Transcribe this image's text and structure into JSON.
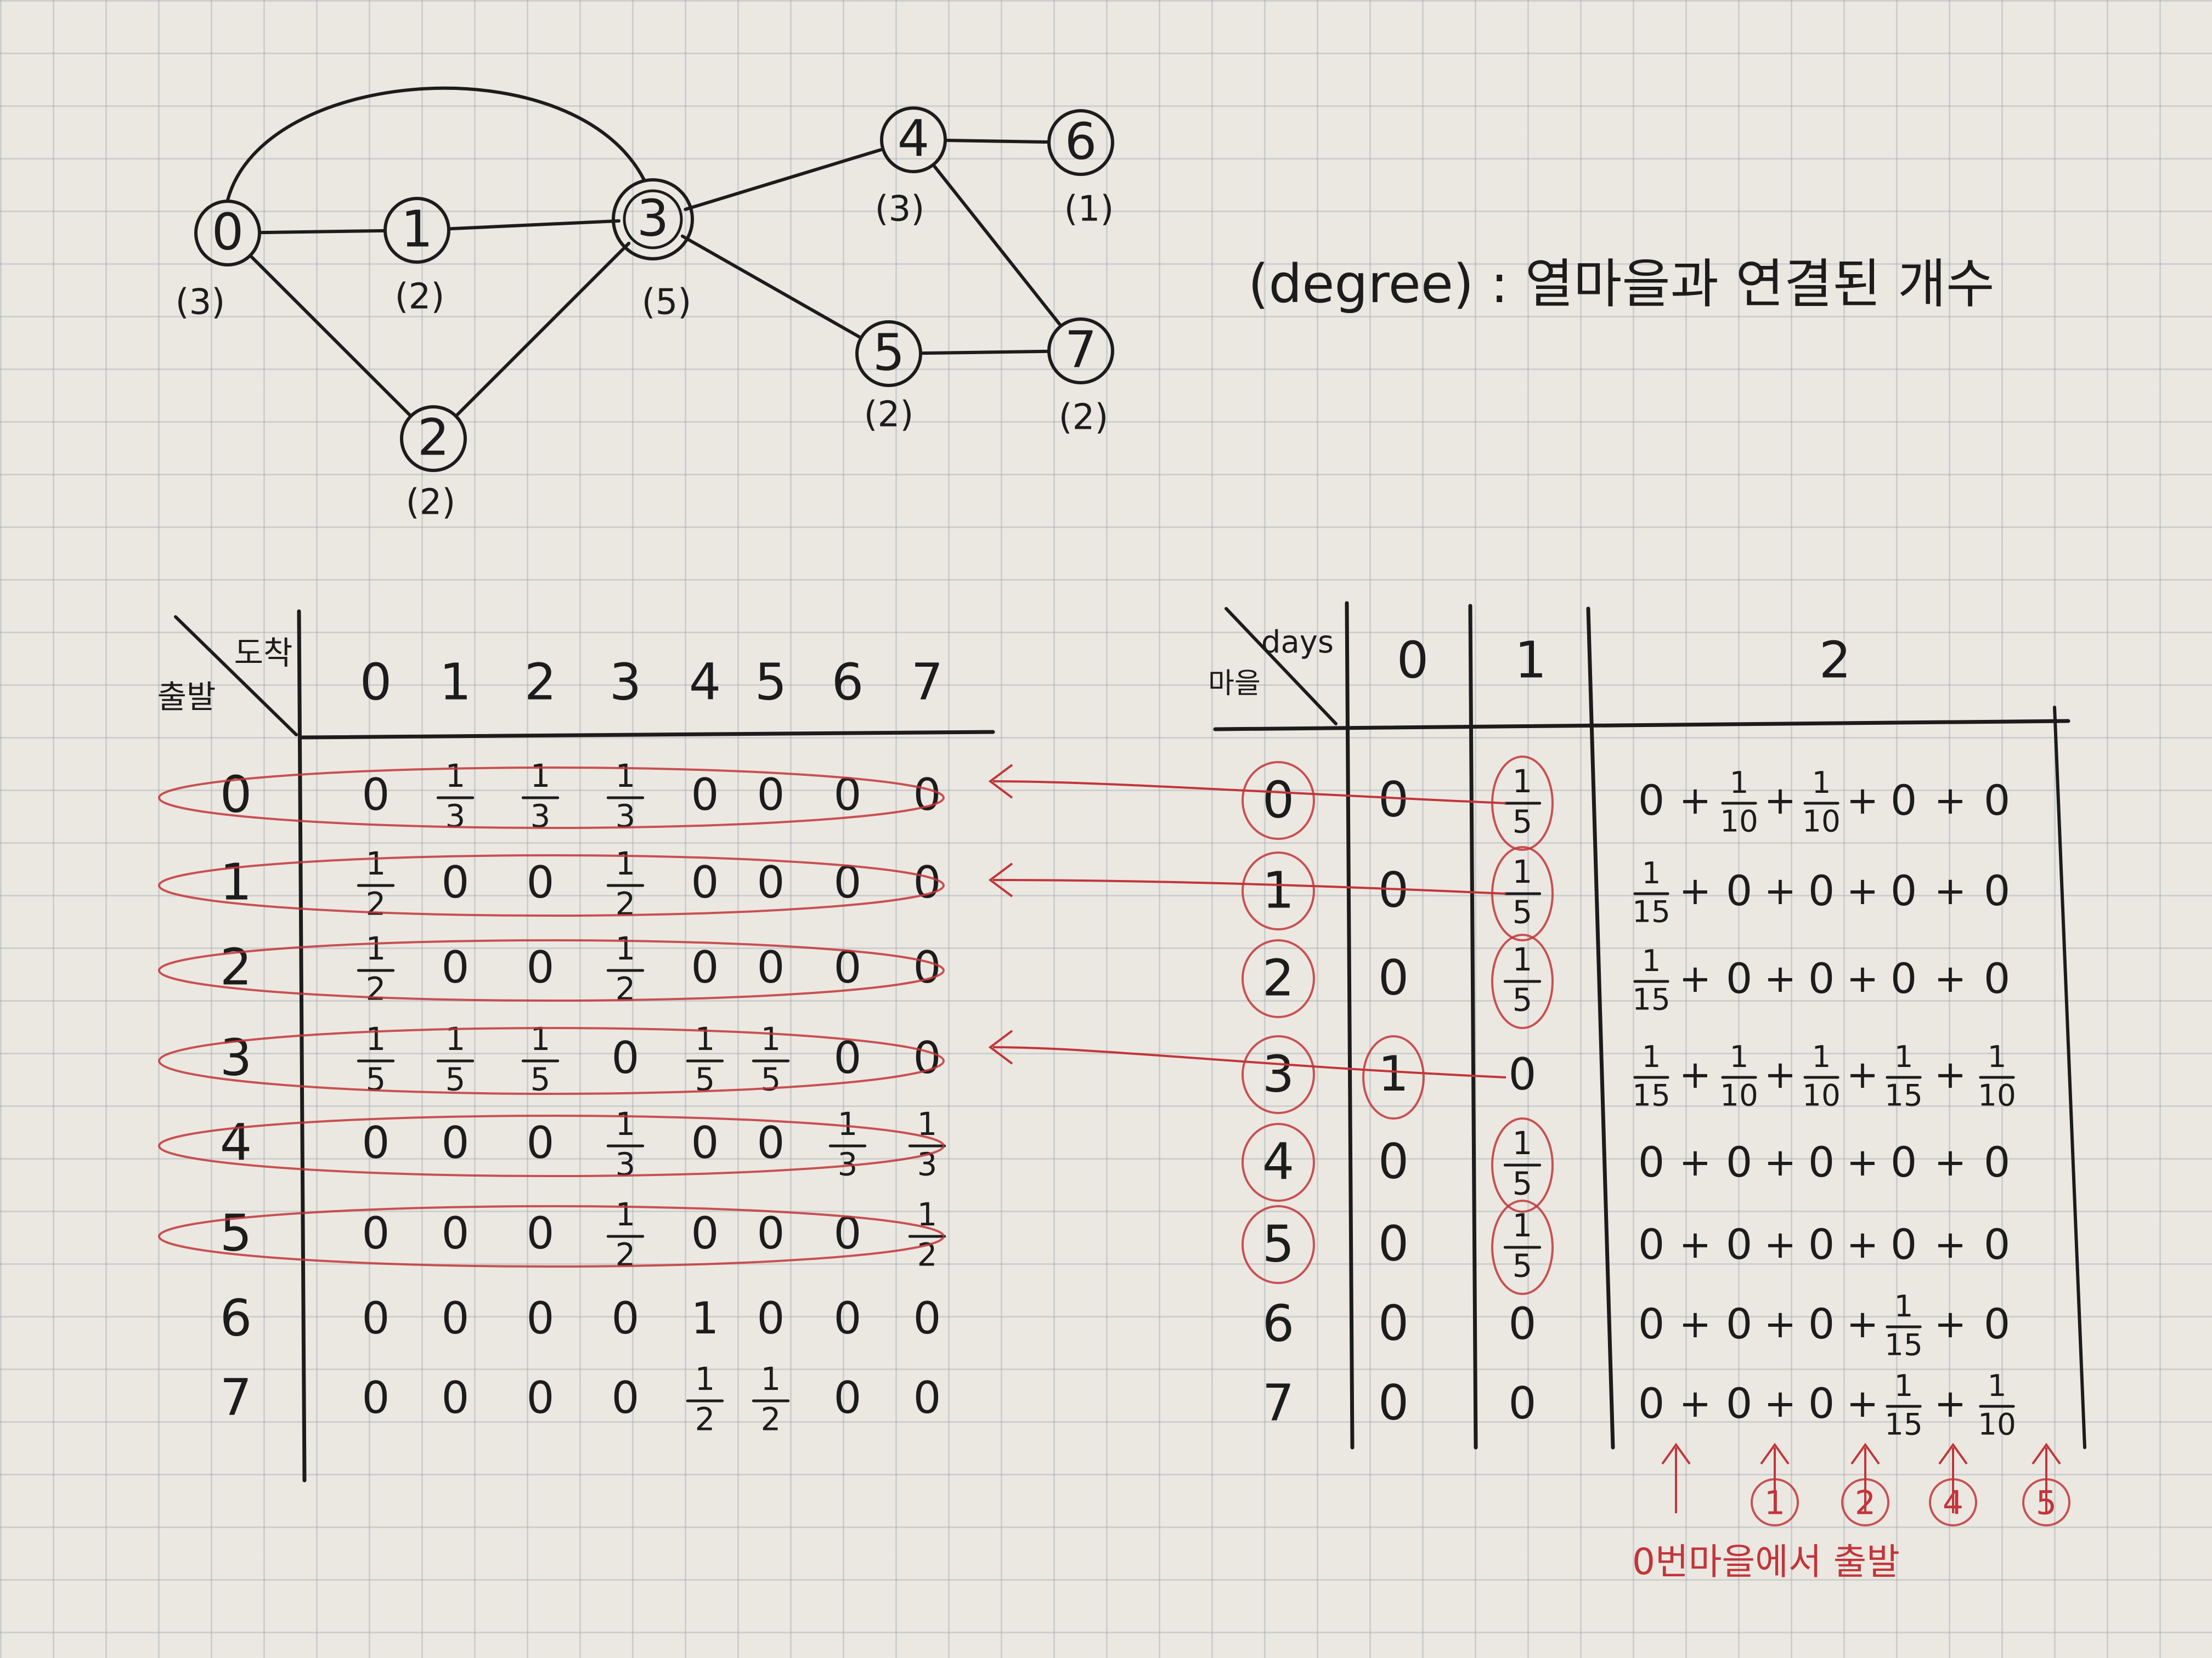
{
  "graph": {
    "nodes": [
      {
        "id": "0",
        "degree": "(3)"
      },
      {
        "id": "1",
        "degree": "(2)"
      },
      {
        "id": "2",
        "degree": "(2)"
      },
      {
        "id": "3",
        "degree": "(5)"
      },
      {
        "id": "4",
        "degree": "(3)"
      },
      {
        "id": "5",
        "degree": "(2)"
      },
      {
        "id": "6",
        "degree": "(1)"
      },
      {
        "id": "7",
        "degree": "(2)"
      }
    ],
    "edges": [
      [
        "0",
        "1"
      ],
      [
        "1",
        "3"
      ],
      [
        "0",
        "3"
      ],
      [
        "0",
        "2"
      ],
      [
        "2",
        "3"
      ],
      [
        "3",
        "4"
      ],
      [
        "3",
        "5"
      ],
      [
        "4",
        "6"
      ],
      [
        "4",
        "7"
      ],
      [
        "5",
        "7"
      ]
    ]
  },
  "legend_note": "(degree) : 열마을과 연결된 개수",
  "transition_table": {
    "corner_top": "도착",
    "corner_bottom": "출발",
    "col_headers": [
      "0",
      "1",
      "2",
      "3",
      "4",
      "5",
      "6",
      "7"
    ],
    "rows": [
      {
        "label": "0",
        "cells": [
          "0",
          "1/3",
          "1/3",
          "1/3",
          "0",
          "0",
          "0",
          "0"
        ]
      },
      {
        "label": "1",
        "cells": [
          "1/2",
          "0",
          "0",
          "1/2",
          "0",
          "0",
          "0",
          "0"
        ]
      },
      {
        "label": "2",
        "cells": [
          "1/2",
          "0",
          "0",
          "1/2",
          "0",
          "0",
          "0",
          "0"
        ]
      },
      {
        "label": "3",
        "cells": [
          "1/5",
          "1/5",
          "1/5",
          "0",
          "1/5",
          "1/5",
          "0",
          "0"
        ]
      },
      {
        "label": "4",
        "cells": [
          "0",
          "0",
          "0",
          "1/3",
          "0",
          "0",
          "1/3",
          "1/3"
        ]
      },
      {
        "label": "5",
        "cells": [
          "0",
          "0",
          "0",
          "1/2",
          "0",
          "0",
          "0",
          "1/2"
        ]
      },
      {
        "label": "6",
        "cells": [
          "0",
          "0",
          "0",
          "0",
          "1",
          "0",
          "0",
          "0"
        ]
      },
      {
        "label": "7",
        "cells": [
          "0",
          "0",
          "0",
          "0",
          "1/2",
          "1/2",
          "0",
          "0"
        ]
      }
    ]
  },
  "days_table": {
    "corner_top": "days",
    "corner_bottom": "마을",
    "col_headers": [
      "0",
      "1",
      "2"
    ],
    "rows": [
      {
        "label": "0",
        "day0": "0",
        "day1": "1/5",
        "day2": [
          "0",
          "1/10",
          "1/10",
          "0",
          "0"
        ]
      },
      {
        "label": "1",
        "day0": "0",
        "day1": "1/5",
        "day2": [
          "1/15",
          "0",
          "0",
          "0",
          "0"
        ]
      },
      {
        "label": "2",
        "day0": "0",
        "day1": "1/5",
        "day2": [
          "1/15",
          "0",
          "0",
          "0",
          "0"
        ]
      },
      {
        "label": "3",
        "day0": "1",
        "day1": "0",
        "day2": [
          "1/15",
          "1/10",
          "1/10",
          "1/15",
          "1/10"
        ]
      },
      {
        "label": "4",
        "day0": "0",
        "day1": "1/5",
        "day2": [
          "0",
          "0",
          "0",
          "0",
          "0"
        ]
      },
      {
        "label": "5",
        "day0": "0",
        "day1": "1/5",
        "day2": [
          "0",
          "0",
          "0",
          "0",
          "0"
        ]
      },
      {
        "label": "6",
        "day0": "0",
        "day1": "0",
        "day2": [
          "0",
          "0",
          "0",
          "1/15",
          "0"
        ]
      },
      {
        "label": "7",
        "day0": "0",
        "day1": "0",
        "day2": [
          "0",
          "0",
          "0",
          "1/15",
          "1/10"
        ]
      }
    ],
    "bottom_markers": [
      "0",
      "1",
      "2",
      "4",
      "5"
    ],
    "bottom_note": "번마을에서 출발"
  },
  "colors": {
    "ink": "#1c1c1c",
    "red": "#c2353a",
    "paper": "#ebe8e1"
  }
}
